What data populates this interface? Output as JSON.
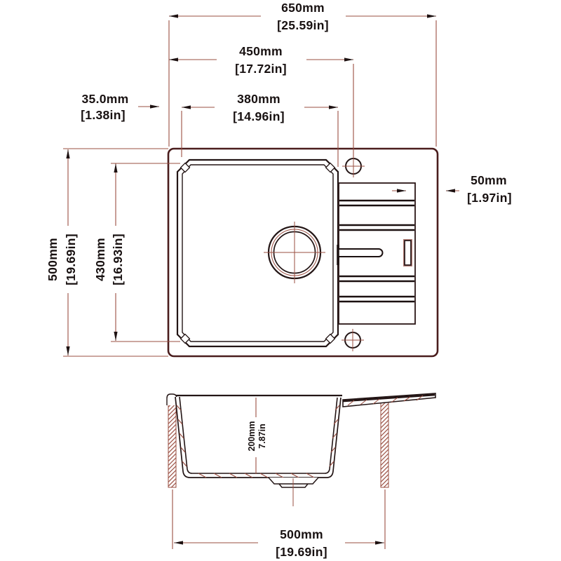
{
  "drawing": {
    "type": "sink-technical-drawing",
    "colors": {
      "dimension_line": "#9a4f42",
      "geometry_dark": "#2a1414",
      "geometry_maroon": "#4a1d1d",
      "text": "#181111"
    },
    "top_view": {
      "dims": {
        "overall_width": {
          "mm": "650mm",
          "inch": "[25.59in]"
        },
        "tap_hole_offset": {
          "mm": "450mm",
          "inch": "[17.72in]"
        },
        "bowl_width": {
          "mm": "380mm",
          "inch": "[14.96in]"
        },
        "edge_to_bowl": {
          "mm": "35.0mm",
          "inch": "[1.38in]"
        },
        "drainer_to_edge": {
          "mm": "50mm",
          "inch": "[1.97in]"
        },
        "overall_depth": {
          "mm": "500mm",
          "inch": "[19.69in]"
        },
        "bowl_depth": {
          "mm": "430mm",
          "inch": "[16.93in]"
        }
      }
    },
    "section_view": {
      "dims": {
        "bowl_height": {
          "mm": "200mm",
          "inch": "7.87in"
        },
        "cutout_width": {
          "mm": "500mm",
          "inch": "[19.69in]"
        }
      }
    }
  }
}
